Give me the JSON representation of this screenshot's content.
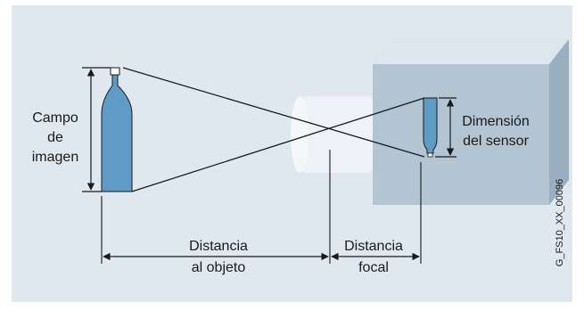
{
  "diagram": {
    "labels": {
      "field_of_view": [
        "Campo",
        "de",
        "imagen"
      ],
      "sensor_dimension": [
        "Dimensión",
        "del sensor"
      ],
      "object_distance": [
        "Distancia",
        "al objeto"
      ],
      "focal_distance": [
        "Distancia",
        "focal"
      ]
    },
    "figure_code": "G_FS10_XX_00096",
    "colors": {
      "background": "#dfe7ef",
      "camera_front": "#b3c4d2",
      "camera_top": "#dde6ee",
      "camera_side": "#99aebf",
      "lens": "#f0f4f8",
      "bottle_fill": "#5f9cc5",
      "line": "#1a1a1a"
    }
  }
}
